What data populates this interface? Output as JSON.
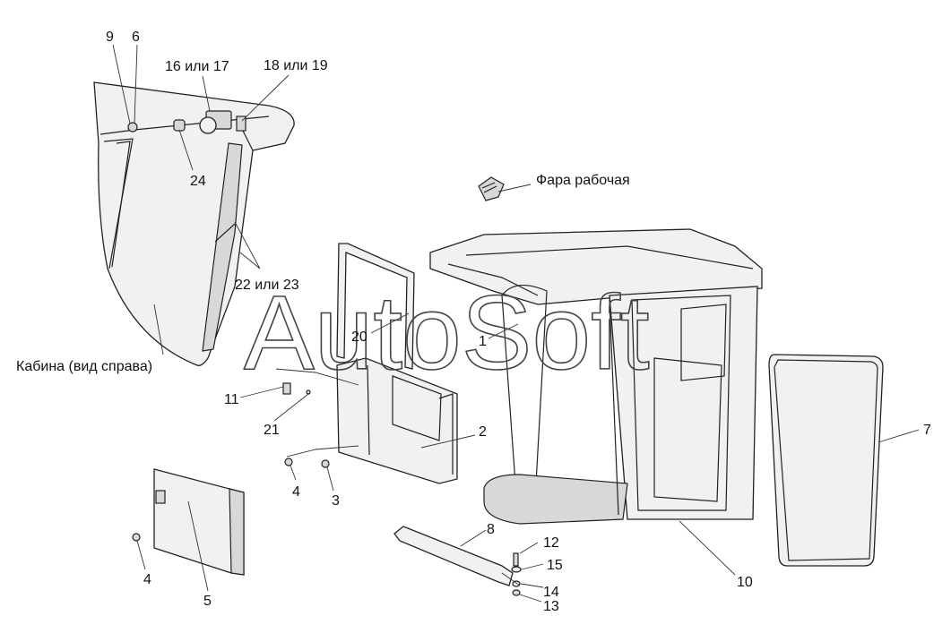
{
  "labels": {
    "n9": "9",
    "n6": "6",
    "n16_17": "16 или 17",
    "n18_19": "18 или 19",
    "n24": "24",
    "fara": "Фара рабочая",
    "n22_23": "22 или 23",
    "n20": "20",
    "n1": "1",
    "cabin_side": "Кабина (вид справа)",
    "n11": "11",
    "n21": "21",
    "n2": "2",
    "n7": "7",
    "n4a": "4",
    "n3": "3",
    "n4b": "4",
    "n5": "5",
    "n8": "8",
    "n12": "12",
    "n15": "15",
    "n14": "14",
    "n13": "13",
    "n10": "10"
  },
  "watermark": "AutoSoft"
}
